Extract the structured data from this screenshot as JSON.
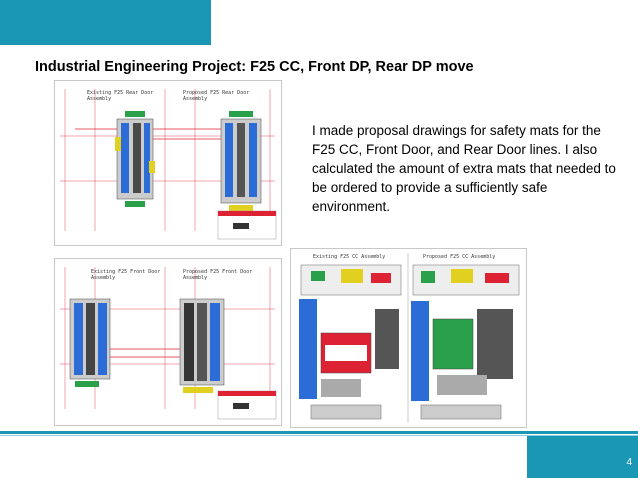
{
  "slide": {
    "title": "Industrial Engineering Project: F25 CC, Front DP, Rear DP move",
    "caption": "I made proposal drawings for safety mats for the F25 CC, Front Door, and Rear Door lines. I also calculated the amount of extra mats that needed to be ordered to provide a sufficiently safe environment.",
    "page_number": "4"
  },
  "drawings": {
    "rear_door": {
      "left_label_1": "Existing F25 Rear Door",
      "left_label_2": "Assembly",
      "right_label_1": "Proposed F25 Rear Door",
      "right_label_2": "Assembly"
    },
    "front_door": {
      "left_label_1": "Existing F25 Front Door",
      "left_label_2": "Assembly",
      "right_label_1": "Proposed F25 Front Door",
      "right_label_2": "Assembly"
    },
    "cc": {
      "left_label": "Existing F25 CC Assembly",
      "right_label": "Proposed F25 CC Assembly"
    }
  },
  "colors": {
    "accent": "#1a97b5"
  }
}
